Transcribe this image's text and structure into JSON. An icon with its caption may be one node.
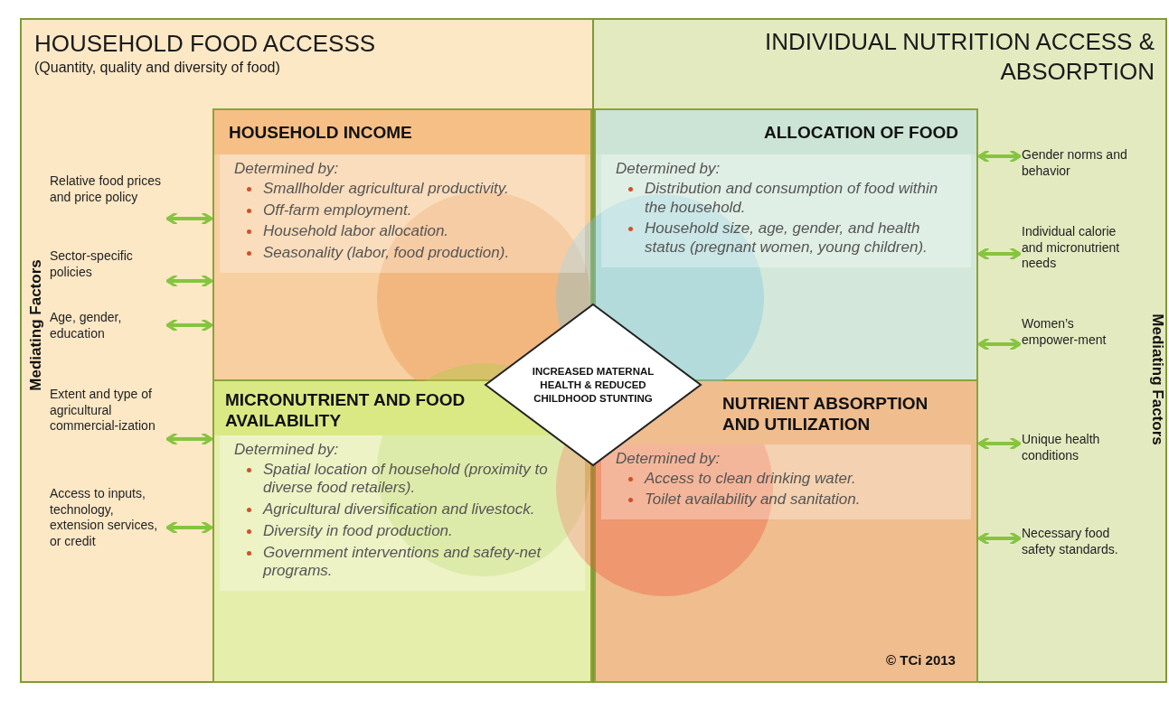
{
  "diagram": {
    "nodes": [
      {
        "text": [
          "HOUSEHOLD FOOD ACCESSS",
          "(Quantity, quality and diversity of food)"
        ]
      },
      {
        "text": [
          "INDIVIDUAL NUTRITION ACCESS & ABSORPTION"
        ]
      },
      {
        "text": [
          "HOUSEHOLD INCOME",
          "Determined by:",
          "Smallholder agricultural productivity.",
          "Off-farm employment.",
          "Household labor allocation.",
          "Seasonality (labor, food production)."
        ],
        "in": 0
      },
      {
        "text": [
          "ALLOCATION OF FOOD",
          "Determined by:",
          "Distribution and consumption of food within the household.",
          "Household size, age, gender, and health status (pregnant women, young children)."
        ],
        "in": 1
      },
      {
        "text": [
          "INCREASED MATERNAL HEALTH & REDUCED CHILDHOOD STUNTING"
        ]
      },
      {
        "text": [
          "MICRONUTRIENT AND FOOD AVAILABILITY",
          "Determined by:",
          "Spatial location of household (proximity to diverse food retailers).",
          "Agricultural diversification and livestock.",
          "Diversity in food production.",
          "Government interventions and safety-net programs."
        ],
        "in": 0
      },
      {
        "text": [
          "NUTRIENT ABSORPTION AND UTILIZATION",
          "Determined by:",
          "Access to clean drinking water.",
          "Toilet availability and sanitation."
        ],
        "in": 1
      },
      {
        "text": [
          "Relative food prices and price policy"
        ],
        "in": 0
      },
      {
        "text": [
          "Sector-specific policies"
        ],
        "in": 0
      },
      {
        "text": [
          "Age, gender, education"
        ],
        "in": 0
      },
      {
        "text": [
          "Extent and type of agricultural commercial-ization"
        ],
        "in": 0
      },
      {
        "text": [
          "Access to inputs, technology, extension services, or credit"
        ],
        "in": 0
      },
      {
        "text": [
          "Gender norms and behavior"
        ],
        "in": 1
      },
      {
        "text": [
          "Individual calorie and micronutrient needs"
        ],
        "in": 1
      },
      {
        "text": [
          "Women’s empower-ment"
        ],
        "in": 1
      },
      {
        "text": [
          "Unique health conditions"
        ],
        "in": 1
      },
      {
        "text": [
          "Necessary food safety standards."
        ],
        "in": 1
      }
    ],
    "edges": [
      {
        "from": 7,
        "to": 2,
        "arrow": "both"
      },
      {
        "from": 8,
        "to": 2,
        "arrow": "both"
      },
      {
        "from": 9,
        "to": 2,
        "arrow": "both"
      },
      {
        "from": 10,
        "to": 5,
        "arrow": "both"
      },
      {
        "from": 11,
        "to": 5,
        "arrow": "both"
      },
      {
        "from": 12,
        "to": 3,
        "arrow": "both"
      },
      {
        "from": 13,
        "to": 3,
        "arrow": "both"
      },
      {
        "from": 14,
        "to": 3,
        "arrow": "both"
      },
      {
        "from": 15,
        "to": 6,
        "arrow": "both"
      },
      {
        "from": 16,
        "to": 6,
        "arrow": "both"
      }
    ],
    "labels": [
      "Mediating Factors",
      "Mediating Factors",
      "© TCi 2013"
    ]
  }
}
